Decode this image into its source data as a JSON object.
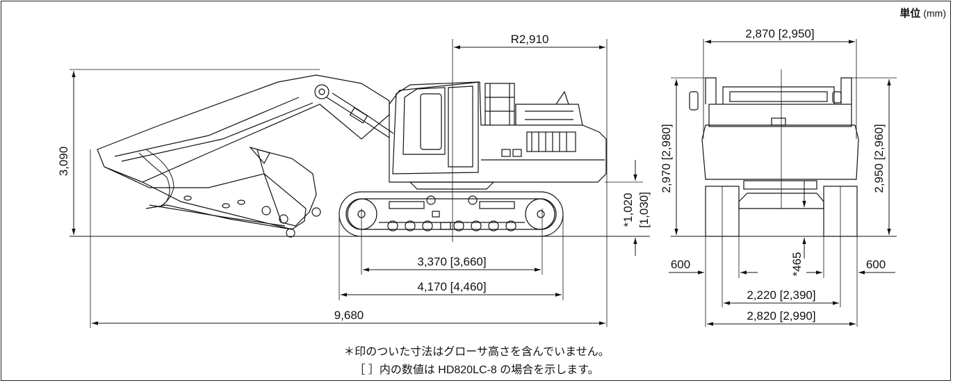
{
  "unit": {
    "label": "単位",
    "mm": "(mm)"
  },
  "dimensions": {
    "rear_swing_radius": "R2,910",
    "overall_width": "2,870 [2,950]",
    "boom_height": "3,090",
    "cab_height": "2,970 [2,980]",
    "front_height": "2,950 [2,960]",
    "counterweight_clearance_a": "*1,020",
    "counterweight_clearance_b": "[1,030]",
    "tumbler_distance": "3,370 [3,660]",
    "track_length": "4,170 [4,460]",
    "overall_length": "9,680",
    "shoe_width_left": "600",
    "shoe_width_right": "600",
    "ground_clearance": "*465",
    "track_gauge": "2,220 [2,390]",
    "undercarriage_width": "2,820 [2,990]"
  },
  "notes": {
    "line1": "＊印のついた寸法はグローサ高さを含んでいません。",
    "line2": "［ ］内の数値は HD820LC-8 の場合を示します。"
  }
}
